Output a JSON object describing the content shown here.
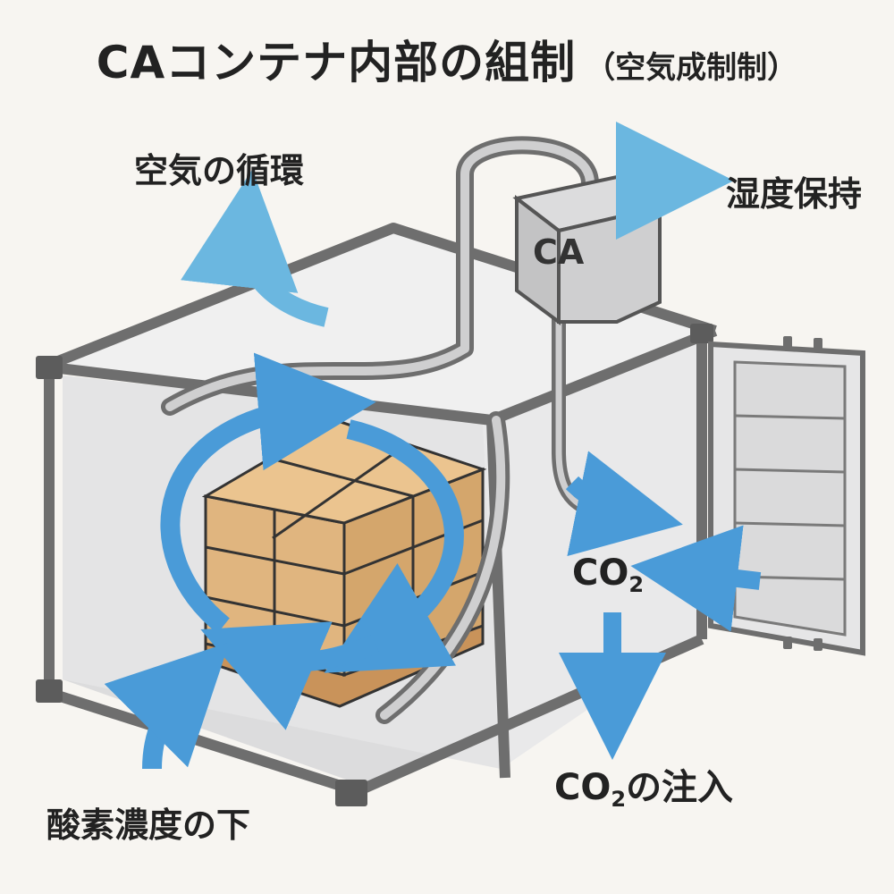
{
  "title": {
    "main": "CAコンテナ内部の組制",
    "sub": "（空気成制制）"
  },
  "labels": {
    "air_circulation": "空気の循環",
    "humidity": "湿度保持",
    "ca_unit": "CA",
    "co2_prefix": "CO",
    "co2_subscript": "2",
    "co2_injection_suffix": "の注入",
    "oxygen_reduction": "酸素濃度の下"
  },
  "colors": {
    "arrow_blue": "#4a9bd8",
    "arrow_light": "#6bb7e0",
    "frame_gray": "#6e6e6e",
    "wall_fill": "#e9e9ea",
    "box_tan": "#ddb27a",
    "pallet_brown": "#c9935a"
  }
}
